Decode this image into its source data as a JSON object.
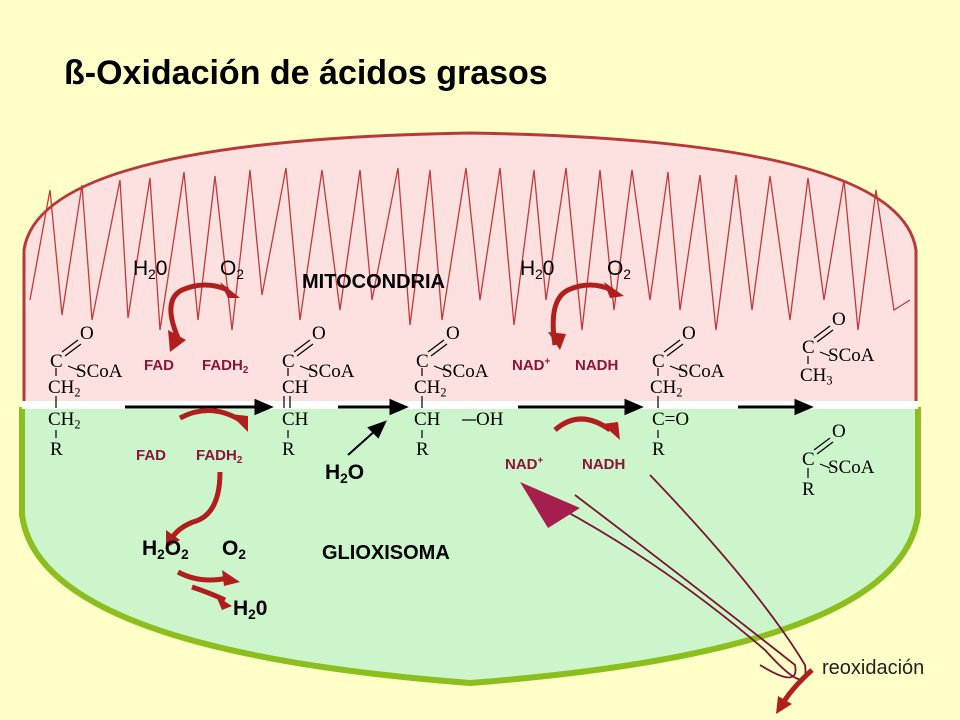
{
  "title": "ß-Oxidación de ácidos grasos",
  "regions": {
    "mitochondria_label": "MITOCONDRIA",
    "glyoxysome_label": "GLIOXISOMA"
  },
  "mito_top": {
    "left": {
      "h2o_base": "H",
      "h2o_sub": "2",
      "h2o_tail": "0",
      "o2_base": "O",
      "o2_sub": "2",
      "fad": "FAD",
      "fadh2_base": "FADH",
      "fadh2_sub": "2"
    },
    "right": {
      "h2o_base": "H",
      "h2o_sub": "2",
      "h2o_tail": "0",
      "o2_base": "O",
      "o2_sub": "2",
      "nad_base": "NAD",
      "nad_sup": "+",
      "nadh": "NADH"
    }
  },
  "glyox": {
    "fad": "FAD",
    "fadh2_base": "FADH",
    "fadh2_sub": "2",
    "h2o2_a": "H",
    "h2o2_sub1": "2",
    "h2o2_b": "O",
    "h2o2_sub2": "2",
    "o2_base": "O",
    "o2_sub": "2",
    "h2o_base": "H",
    "h2o_sub": "2",
    "h2o_tail": "0",
    "nad_base": "NAD",
    "nad_sup": "+",
    "nadh": "NADH"
  },
  "hydration": {
    "h2o_base": "H",
    "h2o_sub": "2",
    "h2o_tail": "O"
  },
  "molecules": {
    "o": "O",
    "c": "C",
    "scoa": "SCoA",
    "r": "R",
    "ch_base": "CH",
    "sub2": "2",
    "sub3": "3",
    "ch": "CH",
    "oh": "OH",
    "c_eq_o": "C=O",
    "dash": "—"
  },
  "reoxidation_label": "reoxidación",
  "colors": {
    "background": "#ffffc8",
    "mitochondria_fill": "#fde0e0",
    "mitochondria_border": "#b63a3a",
    "glyoxysome_fill": "#ccf5cc",
    "glyoxysome_border": "#8cbf1e",
    "cofactor_text": "#8a1538",
    "cycle_arrow": "#b01e1e",
    "reoxidation_arrow": "#a61e4d"
  }
}
